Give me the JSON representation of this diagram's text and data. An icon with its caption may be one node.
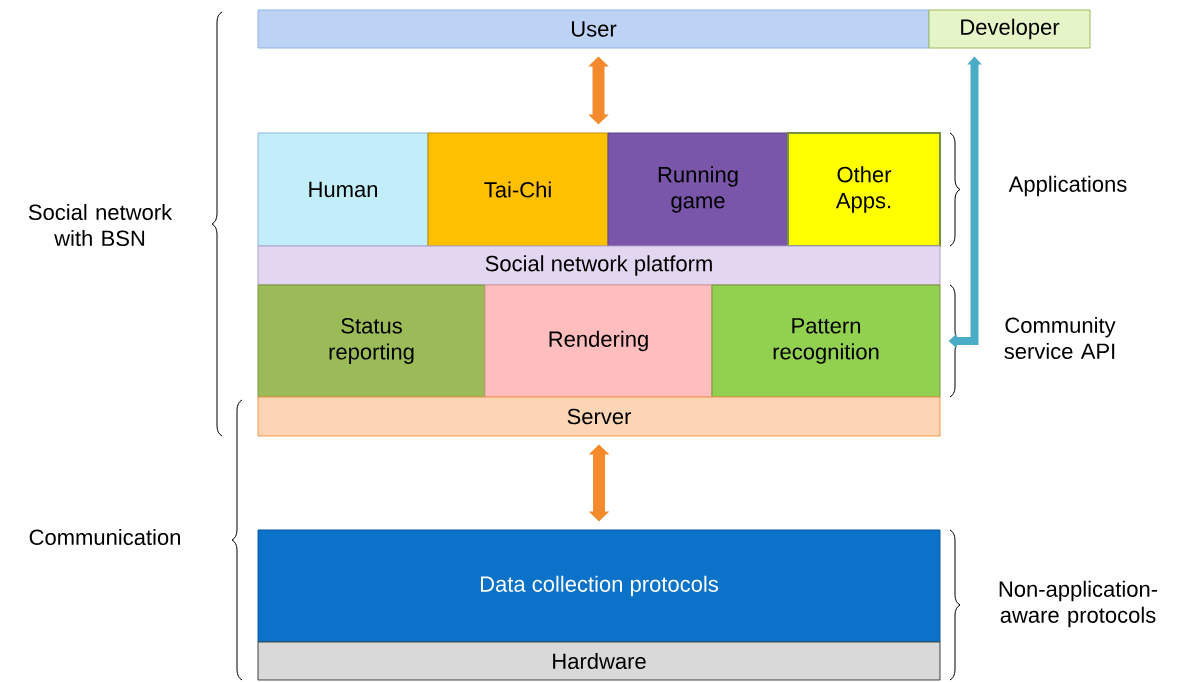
{
  "diagram": {
    "nodes": [
      {
        "text": [
          "User"
        ]
      },
      {
        "text": [
          "Developer"
        ]
      },
      {
        "text": [
          "Human"
        ]
      },
      {
        "text": [
          "Tai-Chi"
        ]
      },
      {
        "text": [
          "Running game"
        ]
      },
      {
        "text": [
          "Other Apps."
        ]
      },
      {
        "text": [
          "Social network platform"
        ]
      },
      {
        "text": [
          "Status reporting"
        ]
      },
      {
        "text": [
          "Rendering"
        ]
      },
      {
        "text": [
          "Pattern recognition"
        ]
      },
      {
        "text": [
          "Server"
        ]
      },
      {
        "text": [
          "Data collection protocols"
        ]
      },
      {
        "text": [
          "Hardware"
        ]
      }
    ],
    "edges": [
      {
        "from": 0,
        "to": 3,
        "arrow": "both",
        "color": "#f58a2c"
      },
      {
        "from": 10,
        "to": 11,
        "arrow": "both",
        "color": "#f58a2c"
      },
      {
        "from": 1,
        "to": 9,
        "arrow": "both",
        "color": "#4bacc6"
      }
    ],
    "labels": [
      "Social network with BSN",
      "Applications",
      "Community service API",
      "Communication",
      "Non-application-aware protocols"
    ]
  }
}
